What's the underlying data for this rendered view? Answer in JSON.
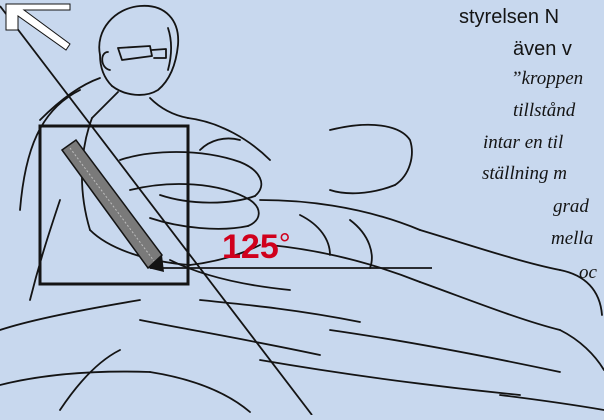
{
  "colors": {
    "background": "#c8d8ee",
    "line_art": "#141414",
    "angle_label": "#d0001c"
  },
  "figure": {
    "subject": "man reclining in a chair with a back support cushion",
    "angle_value": "125",
    "angle_unit": "°"
  },
  "text_lines": {
    "line1": "styrelsen N",
    "line2": "även v",
    "line3": "”kroppen",
    "line4": "tillstånd",
    "line5": "intar en til",
    "line6": "ställning m",
    "line7": "grad",
    "line8": "mella",
    "line9": "oc"
  }
}
